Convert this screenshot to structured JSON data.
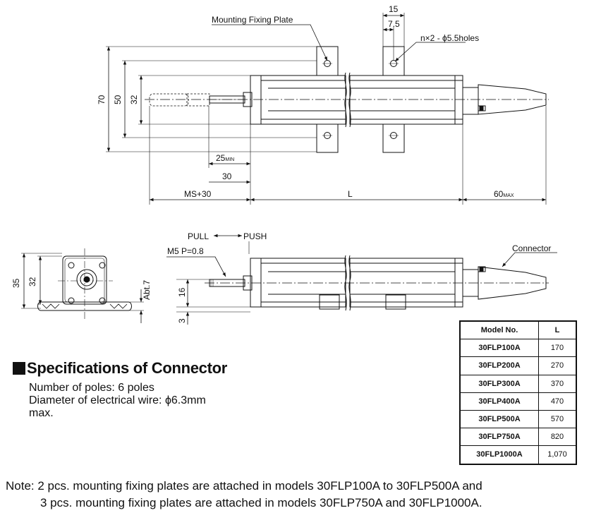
{
  "top_view": {
    "mounting_plate_label": "Mounting Fixing Plate",
    "holes_label": "n×2 - ϕ5.5holes",
    "dim_15": "15",
    "dim_7_5": "7.5",
    "dim_70": "70",
    "dim_50": "50",
    "dim_32": "32",
    "dim_25_num": "25",
    "dim_25_sub": "MIN",
    "dim_30": "30",
    "dim_ms30": "MS+30",
    "dim_L": "L",
    "dim_60_num": "60",
    "dim_60_sub": "MAX"
  },
  "side_view": {
    "pull": "PULL",
    "push": "PUSH",
    "thread": "M5 P=0.8",
    "connector_label": "Connector",
    "dim_16": "16",
    "dim_3": "3"
  },
  "end_view": {
    "dim_35": "35",
    "dim_32": "32",
    "dim_abt7": "Abt.7"
  },
  "specs": {
    "title": "Specifications of Connector",
    "line1": "Number of poles: 6 poles",
    "line2": "Diameter of electrical wire: ϕ6.3mm",
    "line3": "max."
  },
  "table": {
    "headers": [
      "Model No.",
      "L"
    ],
    "rows": [
      {
        "model": "30FLP100A",
        "L": "170"
      },
      {
        "model": "30FLP200A",
        "L": "270"
      },
      {
        "model": "30FLP300A",
        "L": "370"
      },
      {
        "model": "30FLP400A",
        "L": "470"
      },
      {
        "model": "30FLP500A",
        "L": "570"
      },
      {
        "model": "30FLP750A",
        "L": "820"
      },
      {
        "model": "30FLP1000A",
        "L": "1,070"
      }
    ]
  },
  "note": {
    "line1": "Note: 2 pcs. mounting fixing plates are attached in models 30FLP100A to 30FLP500A and",
    "line2": "3 pcs. mounting fixing plates are attached in models 30FLP750A and 30FLP1000A."
  }
}
